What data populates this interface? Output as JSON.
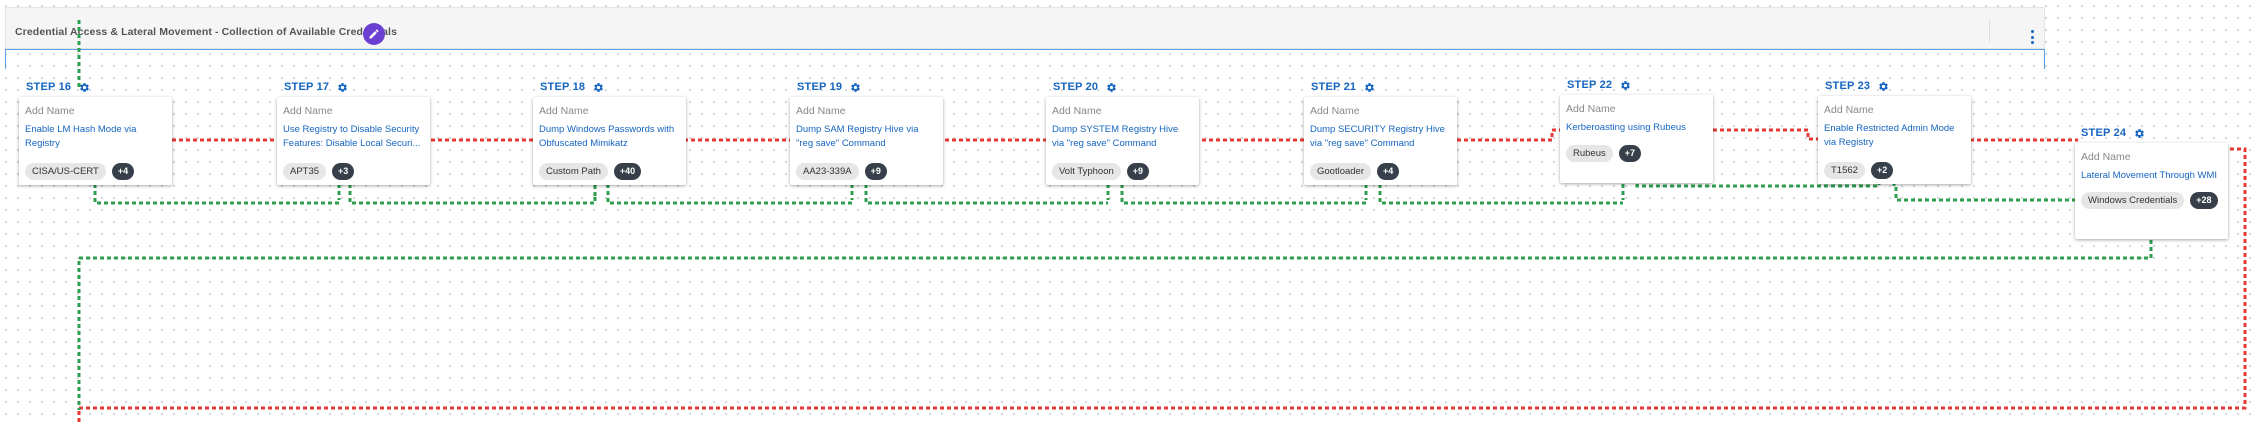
{
  "header": {
    "title": "Credential Access & Lateral Movement - Collection of Available Credentials"
  },
  "steps": [
    {
      "label": "STEP 16",
      "add_name": "Add Name",
      "title": "Enable LM Hash Mode via Registry",
      "chip": "CISA/US-CERT",
      "more": "+4"
    },
    {
      "label": "STEP 17",
      "add_name": "Add Name",
      "title": "Use Registry to Disable Security Features: Disable Local Securi...",
      "chip": "APT35",
      "more": "+3"
    },
    {
      "label": "STEP 18",
      "add_name": "Add Name",
      "title": "Dump Windows Passwords with Obfuscated Mimikatz",
      "chip": "Custom Path",
      "more": "+40"
    },
    {
      "label": "STEP 19",
      "add_name": "Add Name",
      "title": "Dump SAM Registry Hive via \"reg save\" Command",
      "chip": "AA23-339A",
      "more": "+9"
    },
    {
      "label": "STEP 20",
      "add_name": "Add Name",
      "title": "Dump SYSTEM Registry Hive via \"reg save\" Command",
      "chip": "Volt Typhoon",
      "more": "+9"
    },
    {
      "label": "STEP 21",
      "add_name": "Add Name",
      "title": "Dump SECURITY Registry Hive via \"reg save\" Command",
      "chip": "Gootloader",
      "more": "+4"
    },
    {
      "label": "STEP 22",
      "add_name": "Add Name",
      "title": "Kerberoasting using Rubeus",
      "chip": "Rubeus",
      "more": "+7"
    },
    {
      "label": "STEP 23",
      "add_name": "Add Name",
      "title": "Enable Restricted Admin Mode via Registry",
      "chip": "T1562",
      "more": "+2"
    },
    {
      "label": "STEP 24",
      "add_name": "Add Name",
      "title": "Lateral Movement Through WMI",
      "chip": "Windows Credentials",
      "more": "+28"
    }
  ],
  "colors": {
    "fail_line": "#e53935",
    "success_line": "#2e9e4f",
    "accent": "#1565c0",
    "edit_button": "#6a3fd1"
  }
}
